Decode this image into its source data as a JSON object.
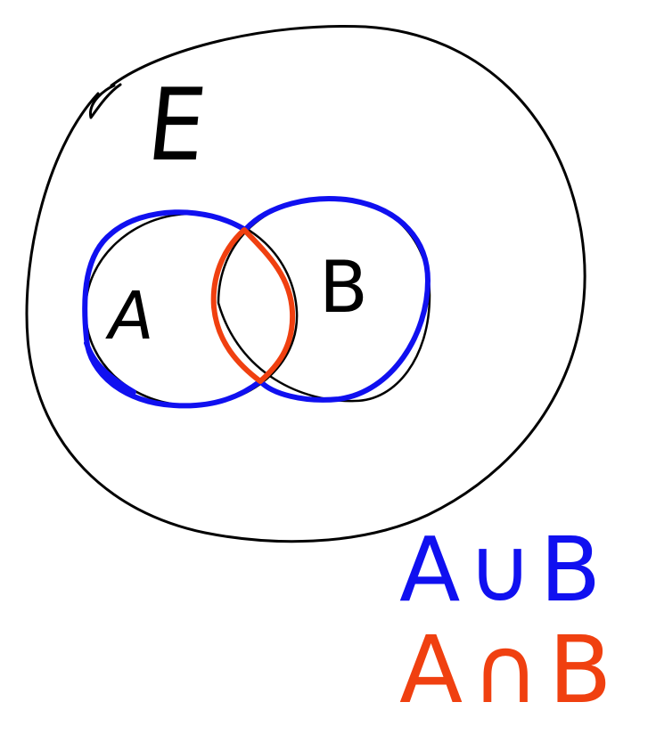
{
  "colors": {
    "outline": "#000000",
    "union": "#1010f0",
    "intersection": "#f04010",
    "background": "#ffffff"
  },
  "labels": {
    "universe": "E",
    "set_a": "A",
    "set_b": "B",
    "union_notation": "A∪B",
    "intersection_notation": "A∩B"
  }
}
